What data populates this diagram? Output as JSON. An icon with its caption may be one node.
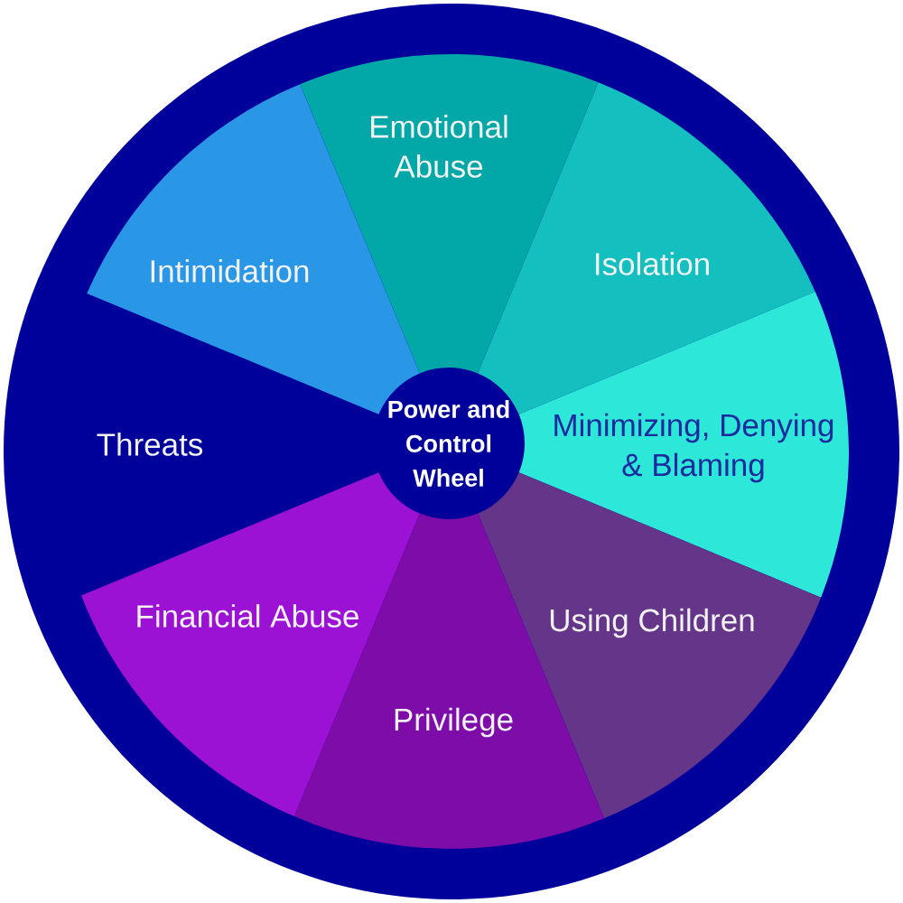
{
  "diagram": {
    "nodes": [
      {
        "text": [
          "Power and Control Wheel"
        ]
      },
      {
        "text": [
          "Emotional Abuse"
        ]
      },
      {
        "text": [
          "Isolation"
        ]
      },
      {
        "text": [
          "Minimizing, Denying & Blaming"
        ]
      },
      {
        "text": [
          "Using Children"
        ]
      },
      {
        "text": [
          "Privilege"
        ]
      },
      {
        "text": [
          "Financial Abuse"
        ]
      },
      {
        "text": [
          "Threats"
        ]
      },
      {
        "text": [
          "Intimidation"
        ]
      }
    ]
  }
}
